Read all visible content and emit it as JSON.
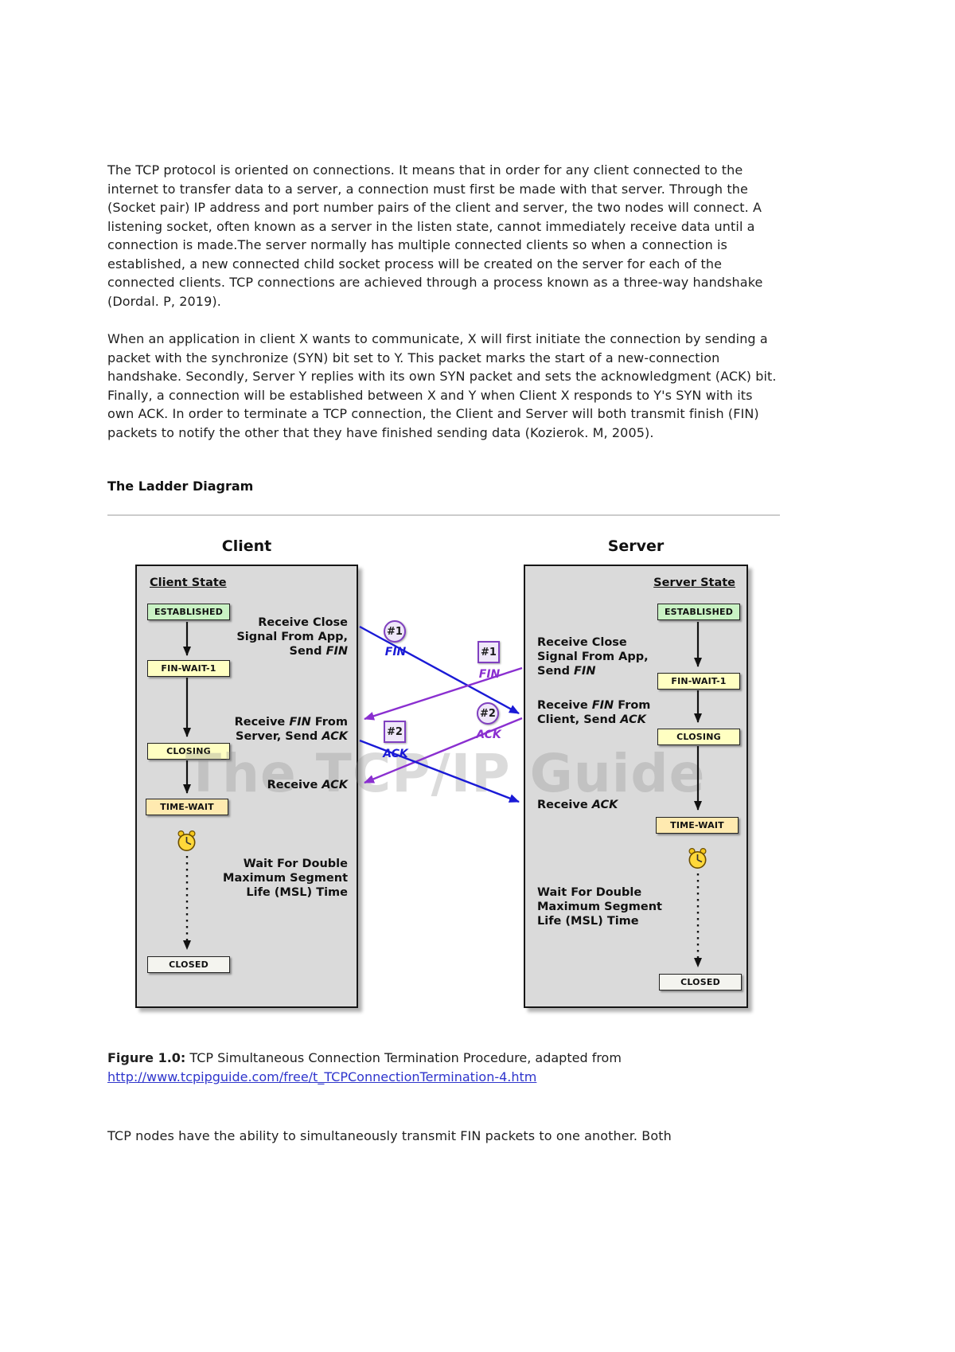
{
  "document": {
    "paragraph1": "The TCP protocol is oriented on connections. It means that in order for any client connected to the internet to transfer data to a server, a connection must first be made with that server. Through the (Socket pair) IP address and port number pairs of the client and server, the two nodes will connect. A listening socket, often known as a server in the listen state, cannot immediately receive data until a connection is made.The server normally has multiple connected clients so when a connection is established, a new connected child socket process will be created on the server for each of the connected clients. TCP connections are achieved through a process known as a three-way handshake (Dordal. P, 2019).",
    "paragraph2": "When an application in client X wants to communicate, X will first initiate the connection by sending a packet with the synchronize (SYN) bit set to Y. This packet marks the start of a new-connection handshake. Secondly, Server Y replies with its own SYN packet and sets the acknowledgment (ACK) bit. Finally, a connection will be established between X and Y when Client X responds to Y's SYN with its own ACK. In order to terminate a TCP connection, the Client and Server will both transmit finish (FIN) packets to notify the other that they have finished sending data (Kozierok. M, 2005).",
    "heading": "The Ladder Diagram",
    "figure": {
      "label": "Figure 1.0:",
      "caption": " TCP Simultaneous Connection Termination Procedure, adapted from",
      "link": "http://www.tcpipguide.com/free/t_TCPConnectionTermination-4.htm"
    },
    "paragraph3": "TCP nodes have the ability to simultaneously transmit FIN packets to one another. Both"
  },
  "diagram": {
    "watermark": "The TCP/IP Guide",
    "client": {
      "title": "Client",
      "state_header": "Client State",
      "states": [
        "ESTABLISHED",
        "FIN-WAIT-1",
        "CLOSING",
        "TIME-WAIT",
        "CLOSED"
      ],
      "annotations": {
        "close": [
          {
            "t": "Receive Close",
            "br": true
          },
          {
            "t": "Signal From App,",
            "br": true
          },
          {
            "t": "Send "
          },
          {
            "t": "FIN",
            "i": true
          }
        ],
        "recv_fin": [
          {
            "t": "Receive "
          },
          {
            "t": "FIN",
            "i": true
          },
          {
            "t": " From",
            "br": true
          },
          {
            "t": "Server, Send "
          },
          {
            "t": "ACK",
            "i": true
          }
        ],
        "recv_ack": [
          {
            "t": "Receive "
          },
          {
            "t": "ACK",
            "i": true
          }
        ],
        "msl": [
          {
            "t": "Wait For Double",
            "br": true
          },
          {
            "t": "Maximum Segment",
            "br": true
          },
          {
            "t": "Life (MSL) Time"
          }
        ]
      }
    },
    "server": {
      "title": "Server",
      "state_header": "Server State",
      "states": [
        "ESTABLISHED",
        "FIN-WAIT-1",
        "CLOSING",
        "TIME-WAIT",
        "CLOSED"
      ],
      "annotations": {
        "close": [
          {
            "t": "Receive Close",
            "br": true
          },
          {
            "t": "Signal From App,",
            "br": true
          },
          {
            "t": "Send "
          },
          {
            "t": "FIN",
            "i": true
          }
        ],
        "recv_fin": [
          {
            "t": "Receive "
          },
          {
            "t": "FIN",
            "i": true
          },
          {
            "t": " From",
            "br": true
          },
          {
            "t": "Client, Send "
          },
          {
            "t": "ACK",
            "i": true
          }
        ],
        "recv_ack": [
          {
            "t": "Receive "
          },
          {
            "t": "ACK",
            "i": true
          }
        ],
        "msl": [
          {
            "t": "Wait For Double",
            "br": true
          },
          {
            "t": "Maximum Segment",
            "br": true
          },
          {
            "t": "Life (MSL) Time"
          }
        ]
      }
    },
    "messages": [
      {
        "badge": "#1",
        "label": "FIN",
        "shape": "circle",
        "from": "client"
      },
      {
        "badge": "#1",
        "label": "FIN",
        "shape": "square",
        "from": "server"
      },
      {
        "badge": "#2",
        "label": "ACK",
        "shape": "circle",
        "from": "server"
      },
      {
        "badge": "#2",
        "label": "ACK",
        "shape": "square",
        "from": "client"
      }
    ],
    "colors": {
      "client_message_blue": "#1a1ad6",
      "server_message_purple": "#8a2fd0",
      "badge_border_purple": "#8040c0",
      "established_green": "#c9f2c4",
      "state_yellow": "#ffffc2",
      "time_wait_yellow": "#ffeab0",
      "closed_gray": "#f4f4ef",
      "panel_gray": "#dadada"
    }
  }
}
